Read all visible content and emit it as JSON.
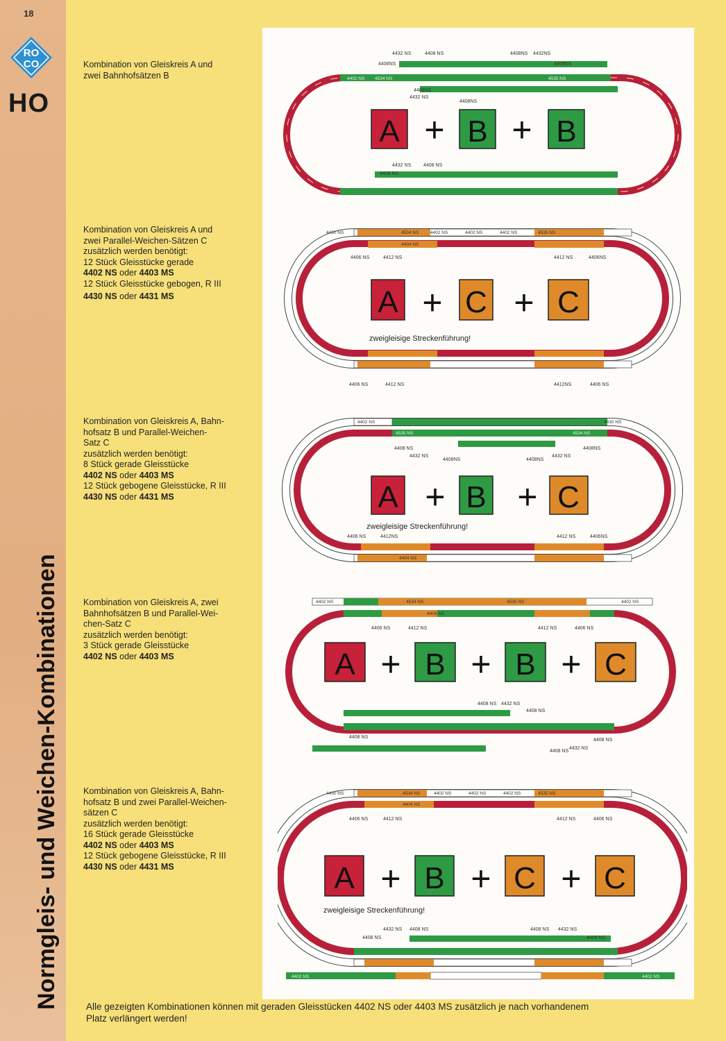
{
  "page": {
    "number": "18"
  },
  "brand": {
    "logo_text_top": "RO",
    "logo_text_bottom": "CO",
    "scale": "HO"
  },
  "section_title": "Normgleis- und Weichen-Kombinationen",
  "colors": {
    "track_a": "#c8213a",
    "set_b": "#2e9a44",
    "set_c": "#df8a2a",
    "sidebar": "#e4b286",
    "page": "#f7e07a"
  },
  "combinations": [
    {
      "id": "abb",
      "lines": [
        "Kombination von Gleiskreis A und",
        "zwei Bahnhofsätzen B"
      ],
      "formula": [
        "A",
        "+",
        "B",
        "+",
        "B"
      ],
      "labels": {
        "top_a": "4432 NS",
        "top_b": "4408 NS",
        "top_c": "4408NS",
        "top_d": "4432NS",
        "left_a": "4408NS",
        "right_a": "4408NS",
        "mid_a": "4408NS",
        "mid_b": "4432 NS",
        "mid_c": "4408NS",
        "bot_a": "4432 NS",
        "bot_b": "4408 NS",
        "bot_c": "4408 NS",
        "track": "4402 NS",
        "track2": "4534 NS",
        "track3": "4535 NS"
      }
    },
    {
      "id": "acc",
      "lines": [
        "Kombination von Gleiskreis A und",
        "zwei Parallel-Weichen-Sätzen C",
        "zusätzlich werden benötigt:",
        "12 Stück Gleisstücke gerade"
      ],
      "req1": {
        "a": "4402",
        "b": " NS ",
        "c": "oder ",
        "d": "4403",
        "e": " MS"
      },
      "line5": "12 Stück Gleisstücke gebogen, R III",
      "req2": {
        "a": "4430",
        "b": " NS ",
        "c": "oder ",
        "d": "4431",
        "e": " MS"
      },
      "formula": [
        "A",
        "+",
        "C",
        "+",
        "C"
      ],
      "note": "zweigleisige Streckenführung!",
      "labels": {
        "a": "4406 NS",
        "b": "4412 NS",
        "c": "4412 NS",
        "d": "4406NS",
        "e": "4406 NS",
        "f": "4412 NS",
        "g": "4412NS",
        "h": "4406 NS",
        "curve": "4430 NS",
        "track": "4402 NS",
        "t1": "4534 NS",
        "t2": "4404 NS",
        "t3": "4535 NS"
      }
    },
    {
      "id": "abc",
      "lines": [
        "Kombination von Gleiskreis A, Bahn-",
        "hofsatz  B  und  Parallel-Weichen-",
        "Satz C",
        "zusätzlich werden benötigt:",
        "8 Stück gerade Gleisstücke"
      ],
      "req1": {
        "a": "4402",
        "b": " NS ",
        "c": "oder ",
        "d": "4403",
        "e": " MS"
      },
      "line6": "12 Stück gebogene Gleisstücke, R III",
      "req2": {
        "a": "4430",
        "b": " NS ",
        "c": "oder ",
        "d": "4431",
        "e": " MS"
      },
      "formula": [
        "A",
        "+",
        "B",
        "+",
        "C"
      ],
      "note": "zweigleisige Streckenführung!",
      "labels": {
        "a": "4408 NS",
        "b": "4432 NS",
        "c": "4408NS",
        "d": "4408NS",
        "e": "4432 NS",
        "f": "4408NS",
        "g": "4406 NS",
        "h": "4412NS",
        "i": "4412 NS",
        "j": "4406NS",
        "curve": "4430 NS",
        "track": "4402 NS",
        "t1": "4535 NS",
        "t2": "4534 NS",
        "t3": "4404 NS"
      }
    },
    {
      "id": "abbc",
      "lines": [
        "Kombination von Gleiskreis A, zwei",
        "Bahnhofsätzen  B  und  Parallel-Wei-",
        "chen-Satz C",
        "zusätzlich werden benötigt:",
        "3 Stück gerade Gleisstücke"
      ],
      "req1": {
        "a": "4402",
        "b": " NS ",
        "c": "oder ",
        "d": "4403",
        "e": " MS"
      },
      "formula": [
        "A",
        "+",
        "B",
        "+",
        "B",
        "+",
        "C"
      ],
      "labels": {
        "a": "4406 NS",
        "b": "4412 NS",
        "c": "4412 NS",
        "d": "4406 NS",
        "e": "4408 NS",
        "f": "4432 NS",
        "g": "4408 NS",
        "h": "4408 NS",
        "i": "4408 NS",
        "j": "4432 NS",
        "k": "4408 NS",
        "track": "4402 NS",
        "t1": "4534 NS",
        "t2": "4535 NS",
        "t3": "4404 NS"
      }
    },
    {
      "id": "abcc",
      "lines": [
        "Kombination von Gleiskreis A, Bahn-",
        "hofsatz B und zwei Parallel-Weichen-",
        "sätzen C",
        "zusätzlich werden benötigt:",
        "16 Stück gerade Gleisstücke"
      ],
      "req1": {
        "a": "4402",
        "b": " NS ",
        "c": "oder ",
        "d": "4403",
        "e": " MS"
      },
      "line6": "12 Stück gebogene Gleisstücke, R III",
      "req2": {
        "a": "4430",
        "b": " NS ",
        "c": "oder ",
        "d": "4431",
        "e": " MS"
      },
      "formula": [
        "A",
        "+",
        "B",
        "+",
        "C",
        "+",
        "C"
      ],
      "note": "zweigleisige Streckenführung!",
      "labels": {
        "a": "4406 NS",
        "b": "4412 NS",
        "c": "4412 NS",
        "d": "4406 NS",
        "e": "4432 NS",
        "f": "4408 NS",
        "g": "4408 NS",
        "h": "4432 NS",
        "i": "4408 NS",
        "j": "4408 NS",
        "curve": "4430 NS",
        "track": "4402 NS",
        "t1": "4534 NS",
        "t2": "4535 NS",
        "t3": "4404 NS"
      }
    }
  ],
  "footer": {
    "line1": "Alle gezeigten Kombinationen können mit geraden Gleisstücken 4402 NS oder 4403 MS zusätzlich je nach vorhandenem",
    "line2": "Platz verlängert werden!"
  }
}
